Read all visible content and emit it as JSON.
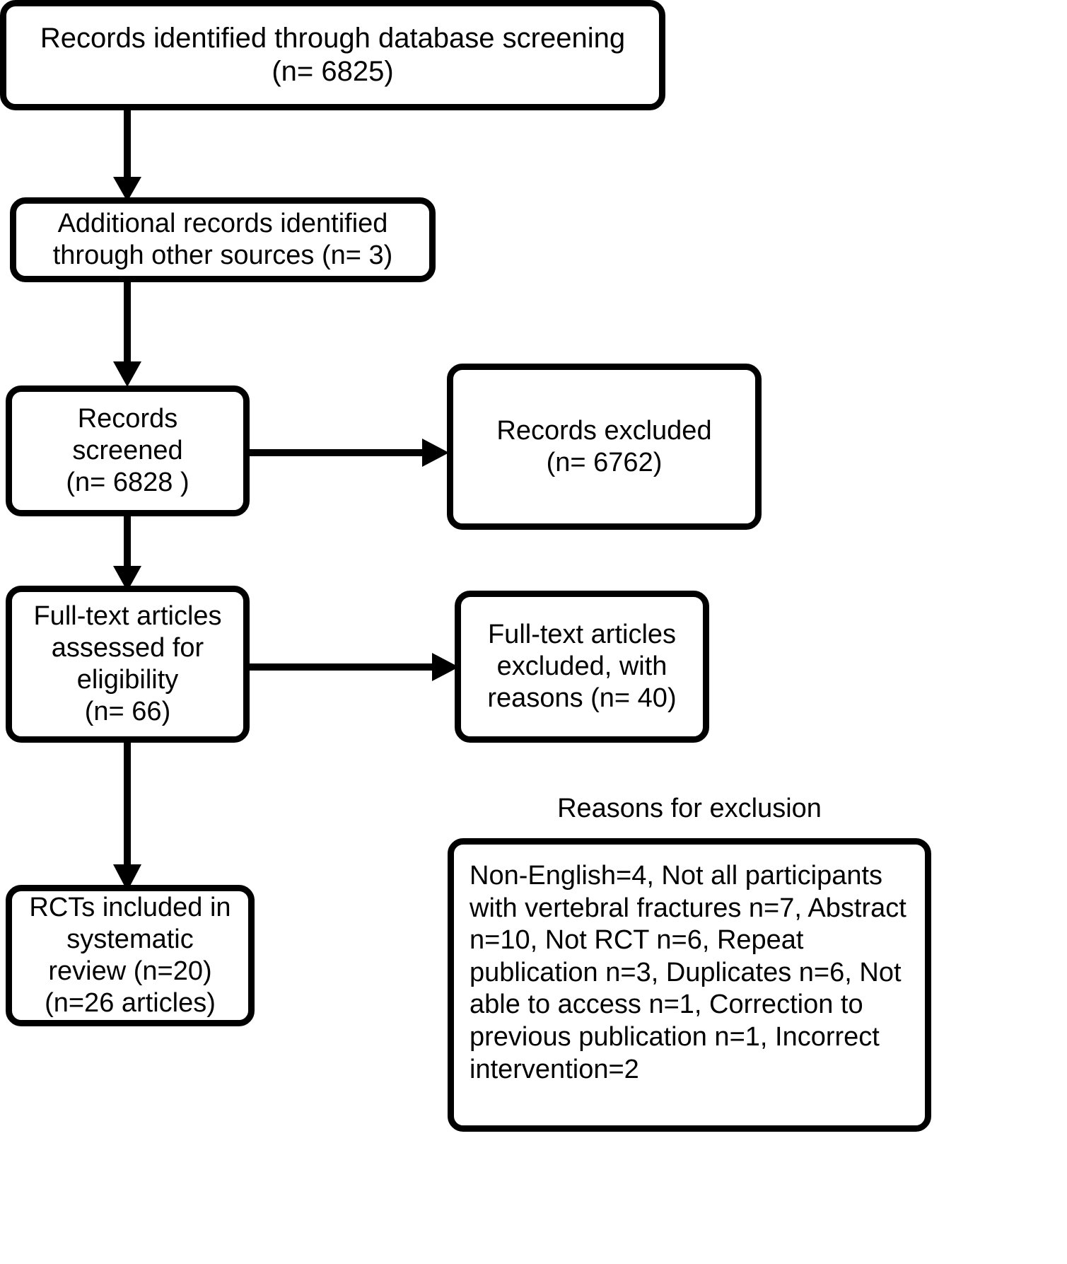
{
  "diagram": {
    "type": "prisma-flow-diagram",
    "title": "",
    "colors": {
      "stroke": "#000000",
      "fill": "#ffffff",
      "text": "#000000"
    },
    "nodes": {
      "db_records": {
        "id": "records-identified-database",
        "text": "Records identified through database screening\n(n= 6825)",
        "count_label": "(n= 6825)",
        "count": 6825
      },
      "additional_records": {
        "id": "additional-records-other-sources",
        "text": "Additional records identified\nthrough other sources (n= 3)",
        "count_label": "(n= 3)",
        "count": 3
      },
      "records_screened": {
        "id": "records-screened",
        "text": "Records\nscreened\n(n= 6828 )",
        "count_label": "(n= 6828 )",
        "count": 6828
      },
      "records_excluded": {
        "id": "records-excluded",
        "text": "Records excluded\n(n= 6762)",
        "count_label": "(n= 6762)",
        "count": 6762
      },
      "fulltext_assessed": {
        "id": "fulltext-articles-assessed",
        "text": "Full-text articles\nassessed for\neligibility\n(n= 66)",
        "count_label": "(n= 66)",
        "count": 66
      },
      "fulltext_excluded": {
        "id": "fulltext-articles-excluded",
        "text": "Full-text articles\nexcluded, with\nreasons (n= 40)",
        "count_label": "(n= 40)",
        "count": 40
      },
      "rcts_included": {
        "id": "rcts-included-systematic-review",
        "text": "RCTs included in\nsystematic\nreview (n=20)\n(n=26 articles)",
        "count_label": "(n=20)",
        "count": 20,
        "articles_label": "(n=26 articles)",
        "articles": 26
      },
      "reasons_title": {
        "id": "reasons-for-exclusion-title",
        "text": "Reasons for exclusion"
      },
      "reasons_box": {
        "id": "reasons-for-exclusion-list",
        "text": "Non-English=4, Not all participants with vertebral fractures n=7, Abstract n=10, Not RCT n=6, Repeat publication n=3, Duplicates n=6, Not able to access n=1, Correction to previous publication n=1, Incorrect intervention=2",
        "items": [
          {
            "reason": "Non-English",
            "count": 4
          },
          {
            "reason": "Not all participants with vertebral fractures",
            "count": 7
          },
          {
            "reason": "Abstract",
            "count": 10
          },
          {
            "reason": "Not RCT",
            "count": 6
          },
          {
            "reason": "Repeat publication",
            "count": 3
          },
          {
            "reason": "Duplicates",
            "count": 6
          },
          {
            "reason": "Not able to access",
            "count": 1
          },
          {
            "reason": "Correction to previous publication",
            "count": 1
          },
          {
            "reason": "Incorrect intervention",
            "count": 2
          }
        ]
      }
    },
    "edges": [
      {
        "id": "edge-db-to-additional",
        "from": "db_records",
        "to": "additional_records",
        "direction": "down",
        "arrowhead": true
      },
      {
        "id": "edge-additional-to-screened",
        "from": "additional_records",
        "to": "records_screened",
        "direction": "down",
        "arrowhead": true
      },
      {
        "id": "edge-screened-to-excluded",
        "from": "records_screened",
        "to": "records_excluded",
        "direction": "right",
        "arrowhead": true
      },
      {
        "id": "edge-screened-to-fulltext",
        "from": "records_screened",
        "to": "fulltext_assessed",
        "direction": "down",
        "arrowhead": true
      },
      {
        "id": "edge-fulltext-to-ftexcluded",
        "from": "fulltext_assessed",
        "to": "fulltext_excluded",
        "direction": "right",
        "arrowhead": true
      },
      {
        "id": "edge-fulltext-to-rcts",
        "from": "fulltext_assessed",
        "to": "rcts_included",
        "direction": "down",
        "arrowhead": true
      }
    ]
  }
}
